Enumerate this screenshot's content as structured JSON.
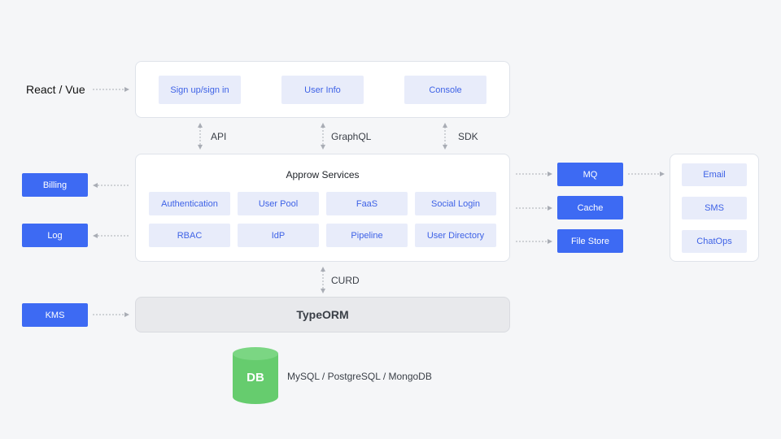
{
  "client": {
    "label": "React / Vue"
  },
  "frontend": {
    "items": [
      "Sign up/sign in",
      "User Info",
      "Console"
    ]
  },
  "interfaces": {
    "api": "API",
    "graphql": "GraphQL",
    "sdk": "SDK"
  },
  "services": {
    "title": "Approw Services",
    "row1": [
      "Authentication",
      "User Pool",
      "FaaS",
      "Social Login"
    ],
    "row2": [
      "RBAC",
      "IdP",
      "Pipeline",
      "User Directory"
    ]
  },
  "left": {
    "billing": "Billing",
    "log": "Log",
    "kms": "KMS"
  },
  "right": {
    "mq": "MQ",
    "cache": "Cache",
    "file_store": "File Store"
  },
  "notify": {
    "items": [
      "Email",
      "SMS",
      "ChatOps"
    ]
  },
  "orm": {
    "label": "TypeORM",
    "link": "CURD"
  },
  "db": {
    "icon_label": "DB",
    "engines": "MySQL / PostgreSQL / MongoDB"
  },
  "colors": {
    "accent": "#3d6af3",
    "chip_bg": "#e8ecfa",
    "chip_text": "#3e62e6",
    "db_green": "#66cc6e"
  }
}
